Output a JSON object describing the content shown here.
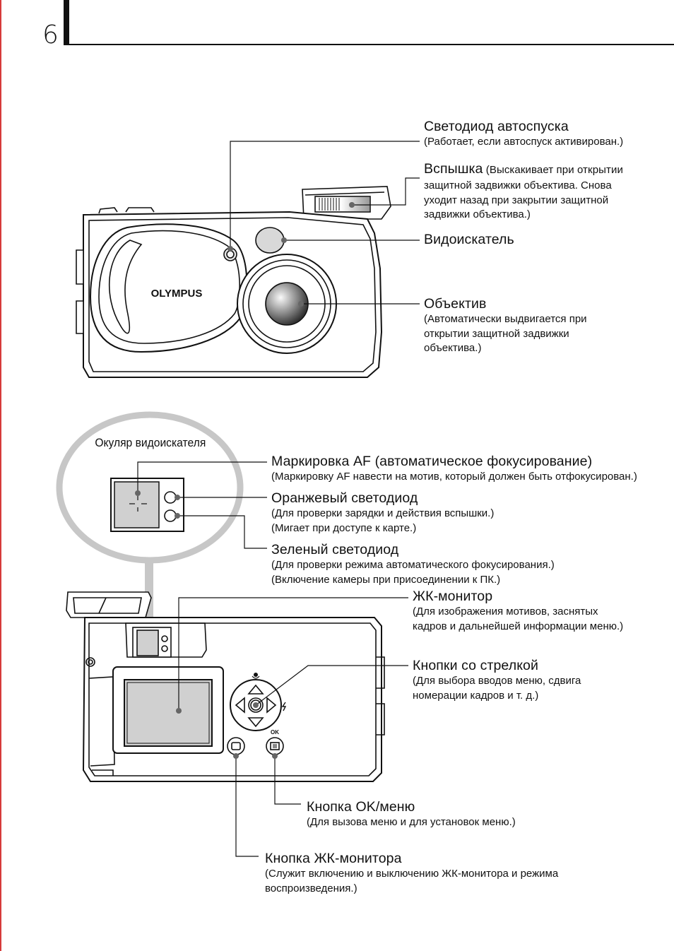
{
  "page": {
    "number": "6"
  },
  "front": {
    "brand": "OLYMPUS",
    "callouts": [
      {
        "title": "Светодиод автоспуска",
        "desc": "(Работает, если автоспуск активирован.)"
      },
      {
        "title": "Вспышка",
        "inline": " (Выскакивает при открытии",
        "desc": "защитной задвижки объектива. Снова\nуходит назад при закрытии защитной\nзадвижки объектива.)"
      },
      {
        "title": "Видоискатель",
        "desc": ""
      },
      {
        "title": "Объектив",
        "desc": "(Автоматически выдвигается при\nоткрытии защитной задвижки\nобъектива.)"
      }
    ]
  },
  "back": {
    "inset_title": "Окуляр видоискателя",
    "ok_label": "OK",
    "callouts": [
      {
        "title": "Маркировка AF (автоматическое фокусирование)",
        "desc": "(Маркировку AF навести на мотив, который должен быть отфокусирован.)"
      },
      {
        "title": "Оранжевый светодиод",
        "desc": "(Для проверки зарядки и действия вспышки.)\n(Мигает при доступе к карте.)"
      },
      {
        "title": "Зеленый светодиод",
        "desc": "(Для проверки режима автоматического фокусирования.)\n(Включение камеры при присоединении к ПК.)"
      },
      {
        "title": "ЖК-монитор",
        "desc": "(Для изображения мотивов, заснятых\nкадров и дальнейшей информации меню.)"
      },
      {
        "title": "Кнопки со стрелкой",
        "desc": "(Для выбора вводов меню, сдвига\nномерации кадров и т. д.)"
      },
      {
        "title": "Кнопка OK/меню",
        "desc": "(Для вызова меню и для установок меню.)"
      },
      {
        "title": "Кнопка ЖК-монитора",
        "desc": "(Служит включению и выключению ЖК-монитора и режима\nвоспроизведения.)"
      }
    ]
  },
  "icons": {
    "front_camera": "camera-front-icon",
    "back_camera": "camera-back-icon",
    "arrow_up": "arrow-up-icon",
    "arrow_down": "arrow-down-icon",
    "arrow_left": "arrow-left-icon",
    "arrow_right": "arrow-right-icon",
    "macro": "flower-macro-icon",
    "flash": "flash-bolt-icon",
    "monitor_button": "monitor-button-icon",
    "menu_button": "menu-list-icon"
  }
}
